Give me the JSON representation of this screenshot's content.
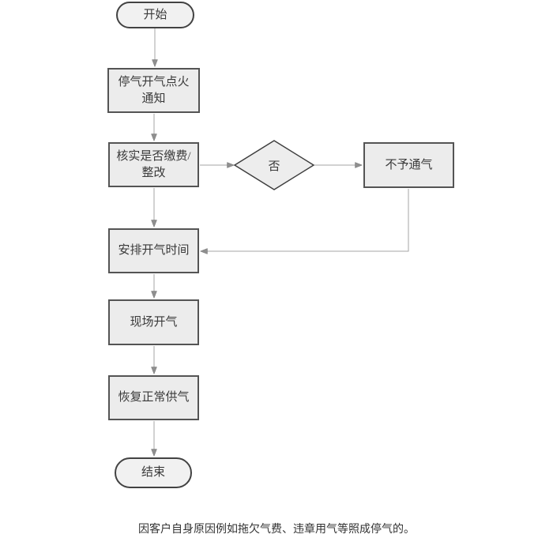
{
  "page": {
    "footer_note": "因客户自身原因例如拖欠气费、违章用气等照成停气的。"
  },
  "flowchart": {
    "nodes": [
      {
        "id": "start",
        "type": "terminator",
        "label": "开始"
      },
      {
        "id": "notice",
        "type": "process",
        "label": "停气开气点火\n通知"
      },
      {
        "id": "verify",
        "type": "process",
        "label": "核实是否缴费/\n整改"
      },
      {
        "id": "decision",
        "type": "decision",
        "label": "否"
      },
      {
        "id": "refuse",
        "type": "process",
        "label": "不予通气"
      },
      {
        "id": "schedule",
        "type": "process",
        "label": "安排开气时间"
      },
      {
        "id": "onsite",
        "type": "process",
        "label": "现场开气"
      },
      {
        "id": "restore",
        "type": "process",
        "label": "恢复正常供气"
      },
      {
        "id": "end",
        "type": "terminator",
        "label": "结束"
      }
    ],
    "edges": [
      {
        "from": "start",
        "to": "notice"
      },
      {
        "from": "notice",
        "to": "verify"
      },
      {
        "from": "verify",
        "to": "decision"
      },
      {
        "from": "decision",
        "to": "refuse"
      },
      {
        "from": "refuse",
        "to": "schedule"
      },
      {
        "from": "verify",
        "to": "schedule"
      },
      {
        "from": "schedule",
        "to": "onsite"
      },
      {
        "from": "onsite",
        "to": "restore"
      },
      {
        "from": "restore",
        "to": "end"
      }
    ],
    "colors": {
      "node_fill": "#ececec",
      "terminator_fill": "#f1f1f1",
      "node_border": "#545454",
      "diamond_border": "#3d3d3d",
      "connector": "#a6a6a6",
      "arrowhead": "#8f8f8f",
      "text": "#3a3a3a"
    }
  }
}
